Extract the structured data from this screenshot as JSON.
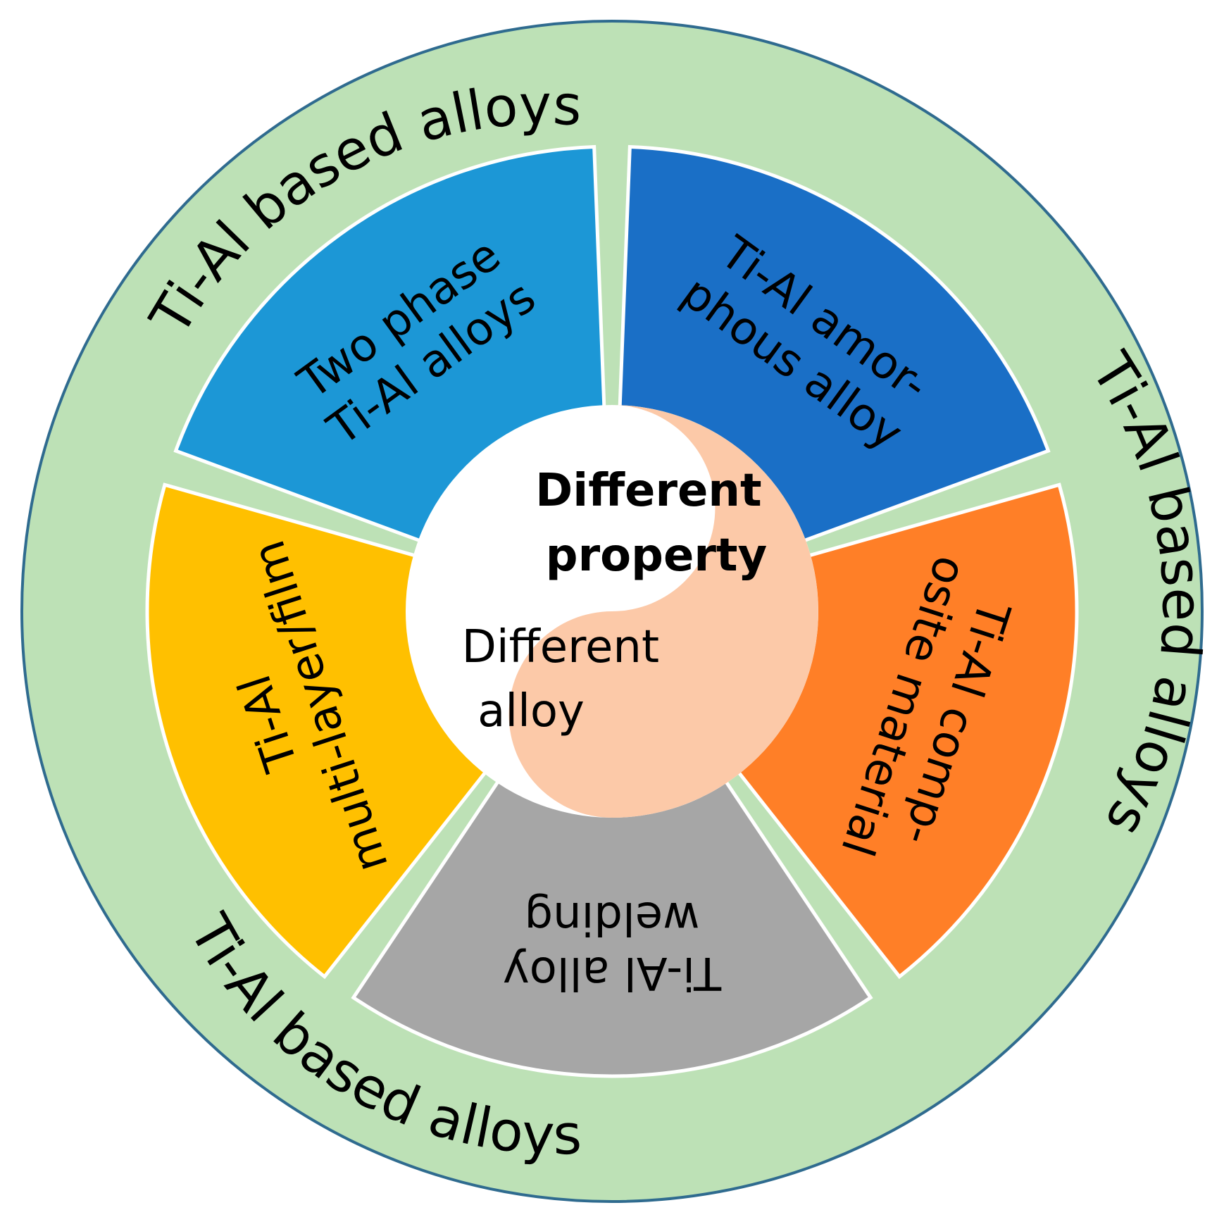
{
  "outer_ring": {
    "labels": [
      "Ti-Al based alloys",
      "Ti-Al based alloys",
      "Ti-Al based alloys"
    ],
    "color": "#bde1b6",
    "border_color": "#2f6b8f"
  },
  "segments": [
    {
      "lines": [
        "Two phase",
        "Ti-Al alloys"
      ],
      "color": "#1c97d6"
    },
    {
      "lines": [
        "Ti-Al amor-",
        "phous alloy"
      ],
      "color": "#1a6fc6"
    },
    {
      "lines": [
        "Ti-Al comp-",
        "osite material"
      ],
      "color": "#ff7f27"
    },
    {
      "lines": [
        "Ti-Al alloy",
        "welding"
      ],
      "color": "#a6a6a6"
    },
    {
      "lines": [
        "Ti-Al",
        "multi-layer/film"
      ],
      "color": "#ffc000"
    }
  ],
  "center": {
    "top_lines": [
      "Different",
      "property"
    ],
    "bottom_lines": [
      "Different",
      "alloy"
    ],
    "top_color": "#fcc9a8",
    "bottom_color": "#ffffff"
  }
}
